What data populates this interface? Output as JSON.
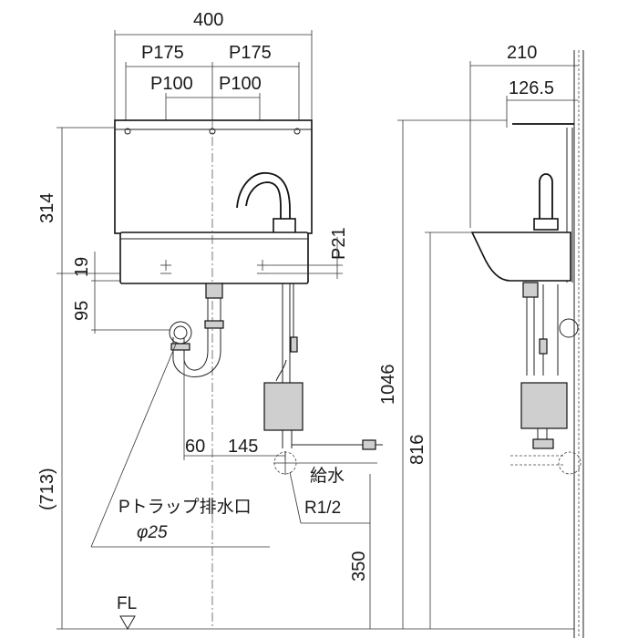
{
  "dimensions": {
    "width_total": "400",
    "pitch_175_left": "P175",
    "pitch_175_right": "P175",
    "pitch_100_left": "P100",
    "pitch_100_right": "P100",
    "height_314": "314",
    "gap_19": "19",
    "gap_95": "95",
    "height_713": "(713)",
    "p21": "P21",
    "offset_60": "60",
    "offset_145": "145",
    "height_350": "350",
    "depth_210": "210",
    "depth_126_5": "126.5",
    "height_1046": "1046",
    "height_816": "816"
  },
  "labels": {
    "ptrap_drain": "Pトラップ排水口",
    "ptrap_diameter": "φ25",
    "water_supply": "給水",
    "water_supply_size": "R1/2",
    "floor_level": "FL"
  }
}
